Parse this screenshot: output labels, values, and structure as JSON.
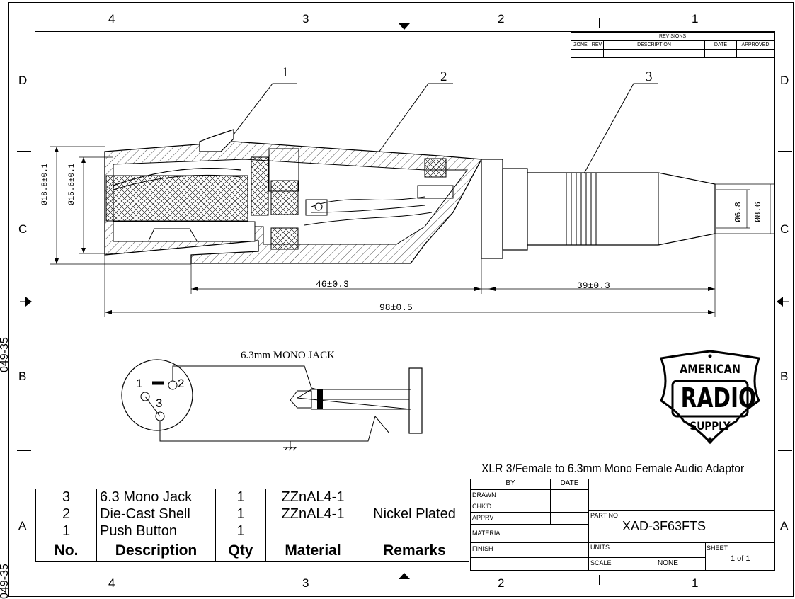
{
  "zones_top": [
    "4",
    "3",
    "2",
    "1"
  ],
  "zones_bottom": [
    "4",
    "3",
    "2",
    "1"
  ],
  "zones_side": [
    "D",
    "C",
    "B",
    "A"
  ],
  "side_doc_number": "049-35",
  "revisions": {
    "title": "REVISIONS",
    "headers": [
      "ZONE",
      "REV",
      "DESCRIPTION",
      "DATE",
      "APPROVED"
    ]
  },
  "balloons": [
    "1",
    "2",
    "3"
  ],
  "dimensions": {
    "outer_dia": "Ø18.8±0.1",
    "inner_dia": "Ø15.6±0.1",
    "shell_len": "46±0.3",
    "plug_len": "39±0.3",
    "total_len": "98±0.5",
    "tip_dia_small": "Ø6.8",
    "tip_dia_large": "Ø8.6"
  },
  "schematic": {
    "jack_label": "6.3mm MONO JACK",
    "pins": [
      "1",
      "2",
      "3"
    ]
  },
  "logo": {
    "line1": "AMERICAN",
    "line2": "RADIO",
    "line3": "SUPPLY"
  },
  "drawing_title": "XLR 3/Female to 6.3mm Mono Female Audio Adaptor",
  "bom": {
    "headers": [
      "No.",
      "Description",
      "Qty",
      "Material",
      "Remarks"
    ],
    "rows": [
      {
        "no": "3",
        "desc": "6.3 Mono Jack",
        "qty": "1",
        "mat": "ZZnAL4-1",
        "rem": ""
      },
      {
        "no": "2",
        "desc": "Die-Cast Shell",
        "qty": "1",
        "mat": "ZZnAL4-1",
        "rem": "Nickel Plated"
      },
      {
        "no": "1",
        "desc": "Push Button",
        "qty": "1",
        "mat": "",
        "rem": ""
      }
    ]
  },
  "title_block": {
    "by": "BY",
    "date": "DATE",
    "drawn": "DRAWN",
    "chkd": "CHK'D",
    "apprv": "APPRV",
    "material": "MATERIAL",
    "finish": "FINISH",
    "part_no_label": "PART NO",
    "part_no": "XAD-3F63FTS",
    "units": "UNITS",
    "scale_label": "SCALE",
    "scale": "NONE",
    "sheet_label": "SHEET",
    "sheet": "1 of 1"
  }
}
